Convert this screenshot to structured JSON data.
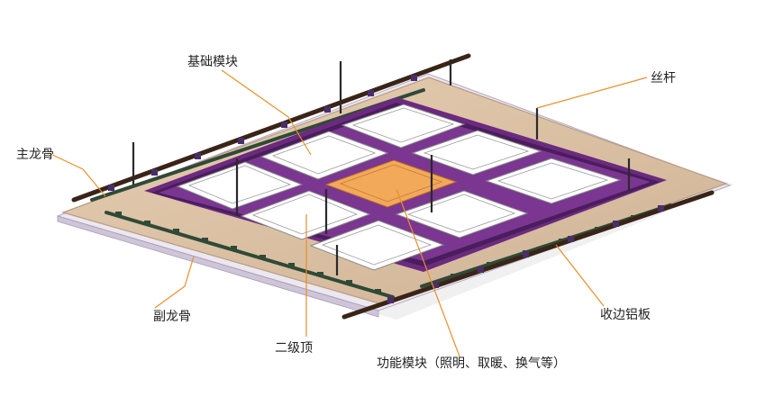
{
  "diagram": {
    "labels": {
      "basic_module": "基础模块",
      "threaded_rod": "丝杆",
      "main_keel": "主龙骨",
      "secondary_keel": "副龙骨",
      "second_level_ceiling": "二级顶",
      "edge_aluminum": "收边铝板",
      "function_module": "功能模块（照明、取暖、换气等）"
    },
    "colors": {
      "leader": "#e8902a",
      "backing_board": "#d9bfa3",
      "backing_edge": "#b79d84",
      "frame_purple": "#6b2a7f",
      "frame_purple_dark": "#3f1650",
      "panel_fill": "#ffffff",
      "panel_border": "#8a8a8a",
      "function_panel": "#f2a95a",
      "main_keel": "#3a2417",
      "secondary_keel": "#2f4a36",
      "rod": "#2a2a2a"
    }
  }
}
